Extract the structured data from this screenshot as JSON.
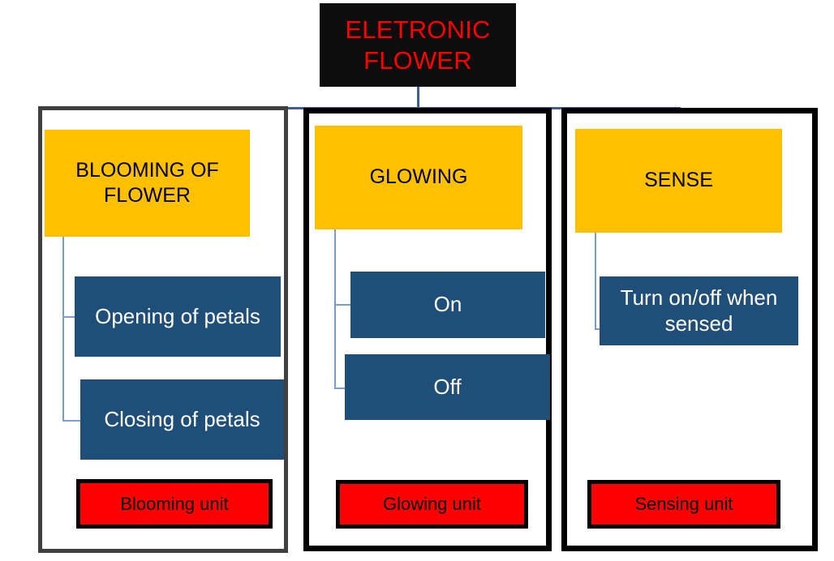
{
  "diagram": {
    "type": "tree-hierarchy",
    "title": "ELETRONIC FLOWER",
    "root": {
      "label_line1": "ELETRONIC",
      "label_line2": "FLOWER",
      "text_color": "#ff0000",
      "background": "#0d0d0d"
    },
    "colors": {
      "head_fill": "#ffc000",
      "head_text": "#000000",
      "sub_fill": "#1f4e79",
      "sub_text": "#ffffff",
      "unit_fill": "#ff0000",
      "unit_text": "#000000",
      "unit_border": "#000000",
      "connector": "#3c5f97",
      "connector_light": "#7b9ccf",
      "panel1_border": "#3f3f3f",
      "panel_border": "#000000",
      "page_background": "#ffffff"
    },
    "branches": [
      {
        "id": "blooming",
        "head": "BLOOMING OF FLOWER",
        "head_line1": "BLOOMING OF",
        "head_line2": "FLOWER",
        "children": [
          "Opening of petals",
          "Closing of petals"
        ],
        "unit": "Blooming unit"
      },
      {
        "id": "glowing",
        "head": "GLOWING",
        "head_line1": "GLOWING",
        "head_line2": "",
        "children": [
          "On",
          "Off"
        ],
        "unit": "Glowing unit"
      },
      {
        "id": "sense",
        "head": "SENSE",
        "head_line1": "SENSE",
        "head_line2": "",
        "children": [
          "Turn on/off when sensed"
        ],
        "unit": "Sensing unit"
      }
    ]
  }
}
